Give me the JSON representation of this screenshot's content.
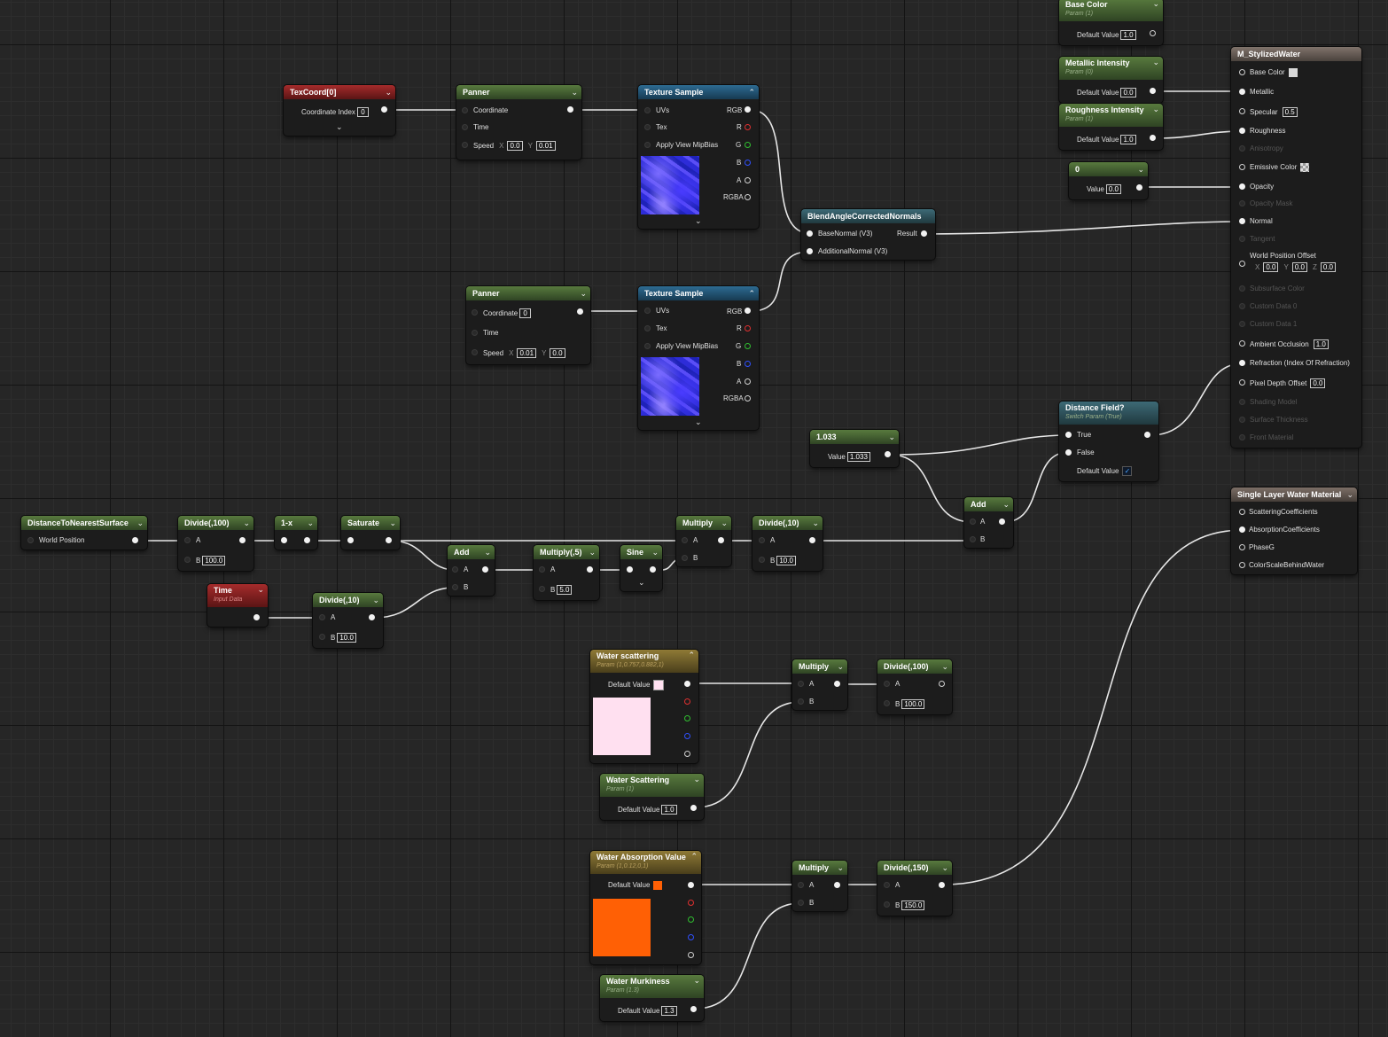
{
  "nodes": {
    "texcoord": {
      "title": "TexCoord[0]",
      "coord_label": "Coordinate Index",
      "coord_value": "0"
    },
    "panner1": {
      "title": "Panner",
      "coordinate": "Coordinate",
      "time": "Time",
      "speed": "Speed",
      "x_label": "X",
      "x": "0.0",
      "y_label": "Y",
      "y": "0.01"
    },
    "texsample1": {
      "title": "Texture Sample",
      "uvs": "UVs",
      "tex": "Tex",
      "mip": "Apply View MipBias",
      "rgb": "RGB",
      "r": "R",
      "g": "G",
      "b": "B",
      "a": "A",
      "rgba": "RGBA"
    },
    "panner2": {
      "title": "Panner",
      "coordinate": "Coordinate",
      "coord_value": "0",
      "time": "Time",
      "speed": "Speed",
      "x_label": "X",
      "x": "0.01",
      "y_label": "Y",
      "y": "0.0"
    },
    "texsample2": {
      "title": "Texture Sample",
      "uvs": "UVs",
      "tex": "Tex",
      "mip": "Apply View MipBias",
      "rgb": "RGB",
      "r": "R",
      "g": "G",
      "b": "B",
      "a": "A",
      "rgba": "RGBA"
    },
    "blend": {
      "title": "BlendAngleCorrectedNormals",
      "base": "BaseNormal (V3)",
      "result": "Result",
      "additional": "AdditionalNormal (V3)"
    },
    "basecolor": {
      "title": "Base Color",
      "sub": "Param (1)",
      "label": "Default Value",
      "value": "1.0"
    },
    "metallic": {
      "title": "Metallic Intensity",
      "sub": "Param (0)",
      "label": "Default Value",
      "value": "0.0"
    },
    "roughness": {
      "title": "Roughness Intensity",
      "sub": "Param (1)",
      "label": "Default Value",
      "value": "1.0"
    },
    "const0": {
      "title": "0",
      "label": "Value",
      "value": "0.0"
    },
    "material": {
      "title": "M_StylizedWater",
      "base_color": "Base Color",
      "metallic": "Metallic",
      "specular": "Specular",
      "specular_value": "0.5",
      "roughness": "Roughness",
      "anisotropy": "Anisotropy",
      "emissive": "Emissive Color",
      "opacity": "Opacity",
      "opacity_mask": "Opacity Mask",
      "normal": "Normal",
      "tangent": "Tangent",
      "wpo": "World Position Offset",
      "wpo_x_label": "X",
      "wpo_x": "0.0",
      "wpo_y_label": "Y",
      "wpo_y": "0.0",
      "wpo_z_label": "Z",
      "wpo_z": "0.0",
      "subsurface": "Subsurface Color",
      "custom0": "Custom Data 0",
      "custom1": "Custom Data 1",
      "ao": "Ambient Occlusion",
      "ao_value": "1.0",
      "refraction": "Refraction (Index Of Refraction)",
      "pdo": "Pixel Depth Offset",
      "pdo_value": "0.0",
      "shading_model": "Shading Model",
      "surface_thickness": "Surface Thickness",
      "front_material": "Front Material"
    },
    "const1033": {
      "title": "1.033",
      "label": "Value",
      "value": "1.033"
    },
    "distfield": {
      "title": "Distance Field?",
      "sub": "Switch Param (True)",
      "true_label": "True",
      "false_label": "False",
      "default_label": "Default Value",
      "check": "✓"
    },
    "add_right": {
      "title": "Add",
      "a": "A",
      "b": "B"
    },
    "singlelayer": {
      "title": "Single Layer Water Material",
      "scattering": "ScatteringCoefficients",
      "absorption": "AbsorptionCoefficients",
      "phaseg": "PhaseG",
      "colorscale": "ColorScaleBehindWater"
    },
    "distnearest": {
      "title": "DistanceToNearestSurface",
      "world_pos": "World Position"
    },
    "divide100a": {
      "title": "Divide(,100)",
      "a": "A",
      "b": "B",
      "b_value": "100.0"
    },
    "oneminus": {
      "title": "1-x"
    },
    "saturate": {
      "title": "Saturate"
    },
    "multiply_top": {
      "title": "Multiply",
      "a": "A",
      "b": "B"
    },
    "divide10a": {
      "title": "Divide(,10)",
      "a": "A",
      "b": "B",
      "b_value": "10.0"
    },
    "add_mid": {
      "title": "Add",
      "a": "A",
      "b": "B"
    },
    "multiply5": {
      "title": "Multiply(,5)",
      "a": "A",
      "b": "B",
      "b_value": "5.0"
    },
    "sine": {
      "title": "Sine"
    },
    "time": {
      "title": "Time",
      "sub": "Input Data"
    },
    "divide10b": {
      "title": "Divide(,10)",
      "a": "A",
      "b": "B",
      "b_value": "10.0"
    },
    "waterscatter": {
      "title": "Water scattering",
      "sub": "Param (1,0.757,0.882,1)",
      "label": "Default Value",
      "color": "#ffe0f0"
    },
    "multiply_s": {
      "title": "Multiply",
      "a": "A",
      "b": "B"
    },
    "divide100b": {
      "title": "Divide(,100)",
      "a": "A",
      "b": "B",
      "b_value": "100.0"
    },
    "waterscatter_s": {
      "title": "Water Scattering",
      "sub": "Param (1)",
      "label": "Default Value",
      "value": "1.0"
    },
    "absorption": {
      "title": "Water Absorption Value",
      "sub": "Param (1,0.12,0,1)",
      "label": "Default Value",
      "color": "#ff6005"
    },
    "multiply_a": {
      "title": "Multiply",
      "a": "A",
      "b": "B"
    },
    "divide150": {
      "title": "Divide(,150)",
      "a": "A",
      "b": "B",
      "b_value": "150.0"
    },
    "murkiness": {
      "title": "Water Murkiness",
      "sub": "Param (1.3)",
      "label": "Default Value",
      "value": "1.3"
    }
  },
  "colors": {
    "wire": "#e8e8e8",
    "param_header": "#587a3e",
    "texture_header": "#2d6b92",
    "red_header": "#a52b2b"
  },
  "icons": {
    "collapse": "chevron-up-icon",
    "expand": "chevron-down-icon"
  }
}
